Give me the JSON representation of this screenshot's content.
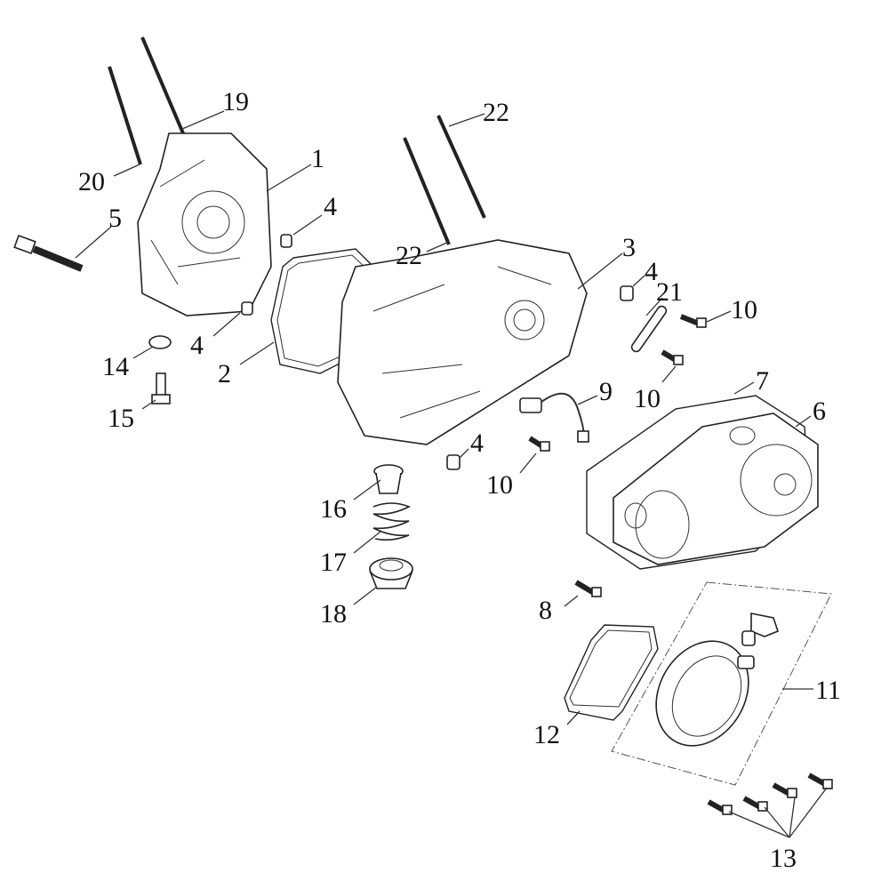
{
  "diagram": {
    "title": "Crankcase and left cover exploded view",
    "labels": {
      "p1": "1",
      "p2": "2",
      "p3": "3",
      "p4a": "4",
      "p4b": "4",
      "p4c": "4",
      "p4d": "4",
      "p5": "5",
      "p6": "6",
      "p7": "7",
      "p8": "8",
      "p9": "9",
      "p10a": "10",
      "p10b": "10",
      "p10c": "10",
      "p11": "11",
      "p12": "12",
      "p13": "13",
      "p14": "14",
      "p15": "15",
      "p16": "16",
      "p17": "17",
      "p18": "18",
      "p19": "19",
      "p20": "20",
      "p21": "21",
      "p22a": "22",
      "p22b": "22"
    },
    "colors": {
      "line": "#222222",
      "background": "#ffffff"
    }
  }
}
